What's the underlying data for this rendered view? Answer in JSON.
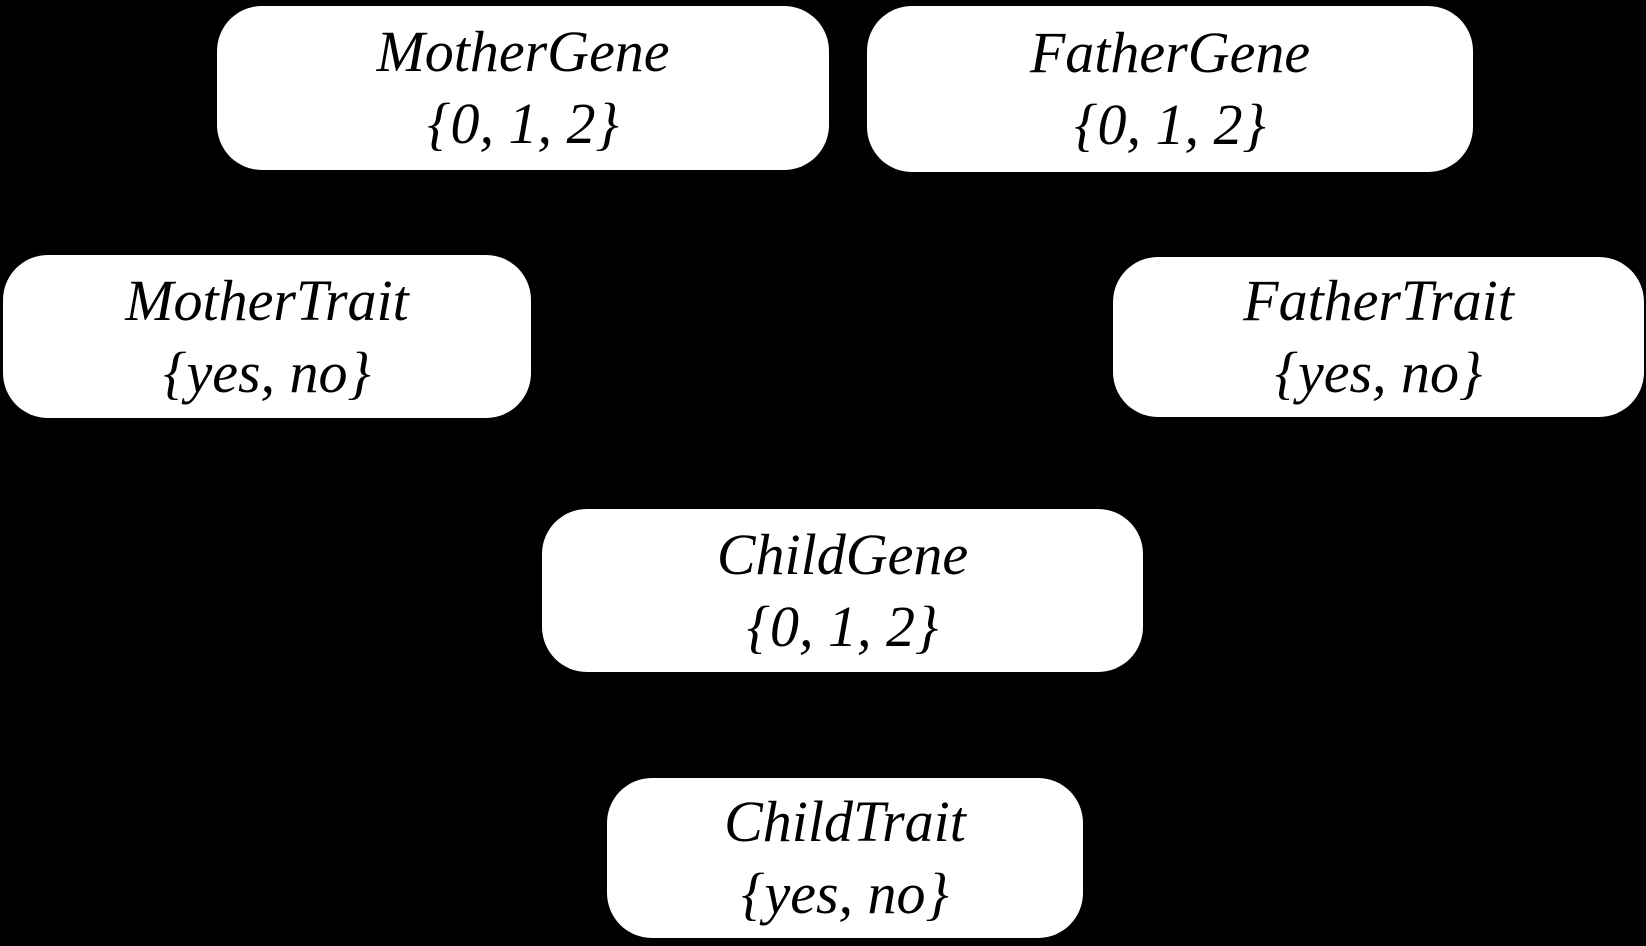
{
  "diagram": {
    "type": "bayesian-network",
    "background_color": "#000000",
    "node_fill_color": "#ffffff",
    "node_text_color": "#000000"
  },
  "nodes": [
    {
      "name": "MotherGene",
      "domain": "{0, 1, 2}"
    },
    {
      "name": "FatherGene",
      "domain": "{0, 1, 2}"
    },
    {
      "name": "MotherTrait",
      "domain": "{yes, no}"
    },
    {
      "name": "FatherTrait",
      "domain": "{yes, no}"
    },
    {
      "name": "ChildGene",
      "domain": "{0, 1, 2}"
    },
    {
      "name": "ChildTrait",
      "domain": "{yes, no}"
    }
  ]
}
